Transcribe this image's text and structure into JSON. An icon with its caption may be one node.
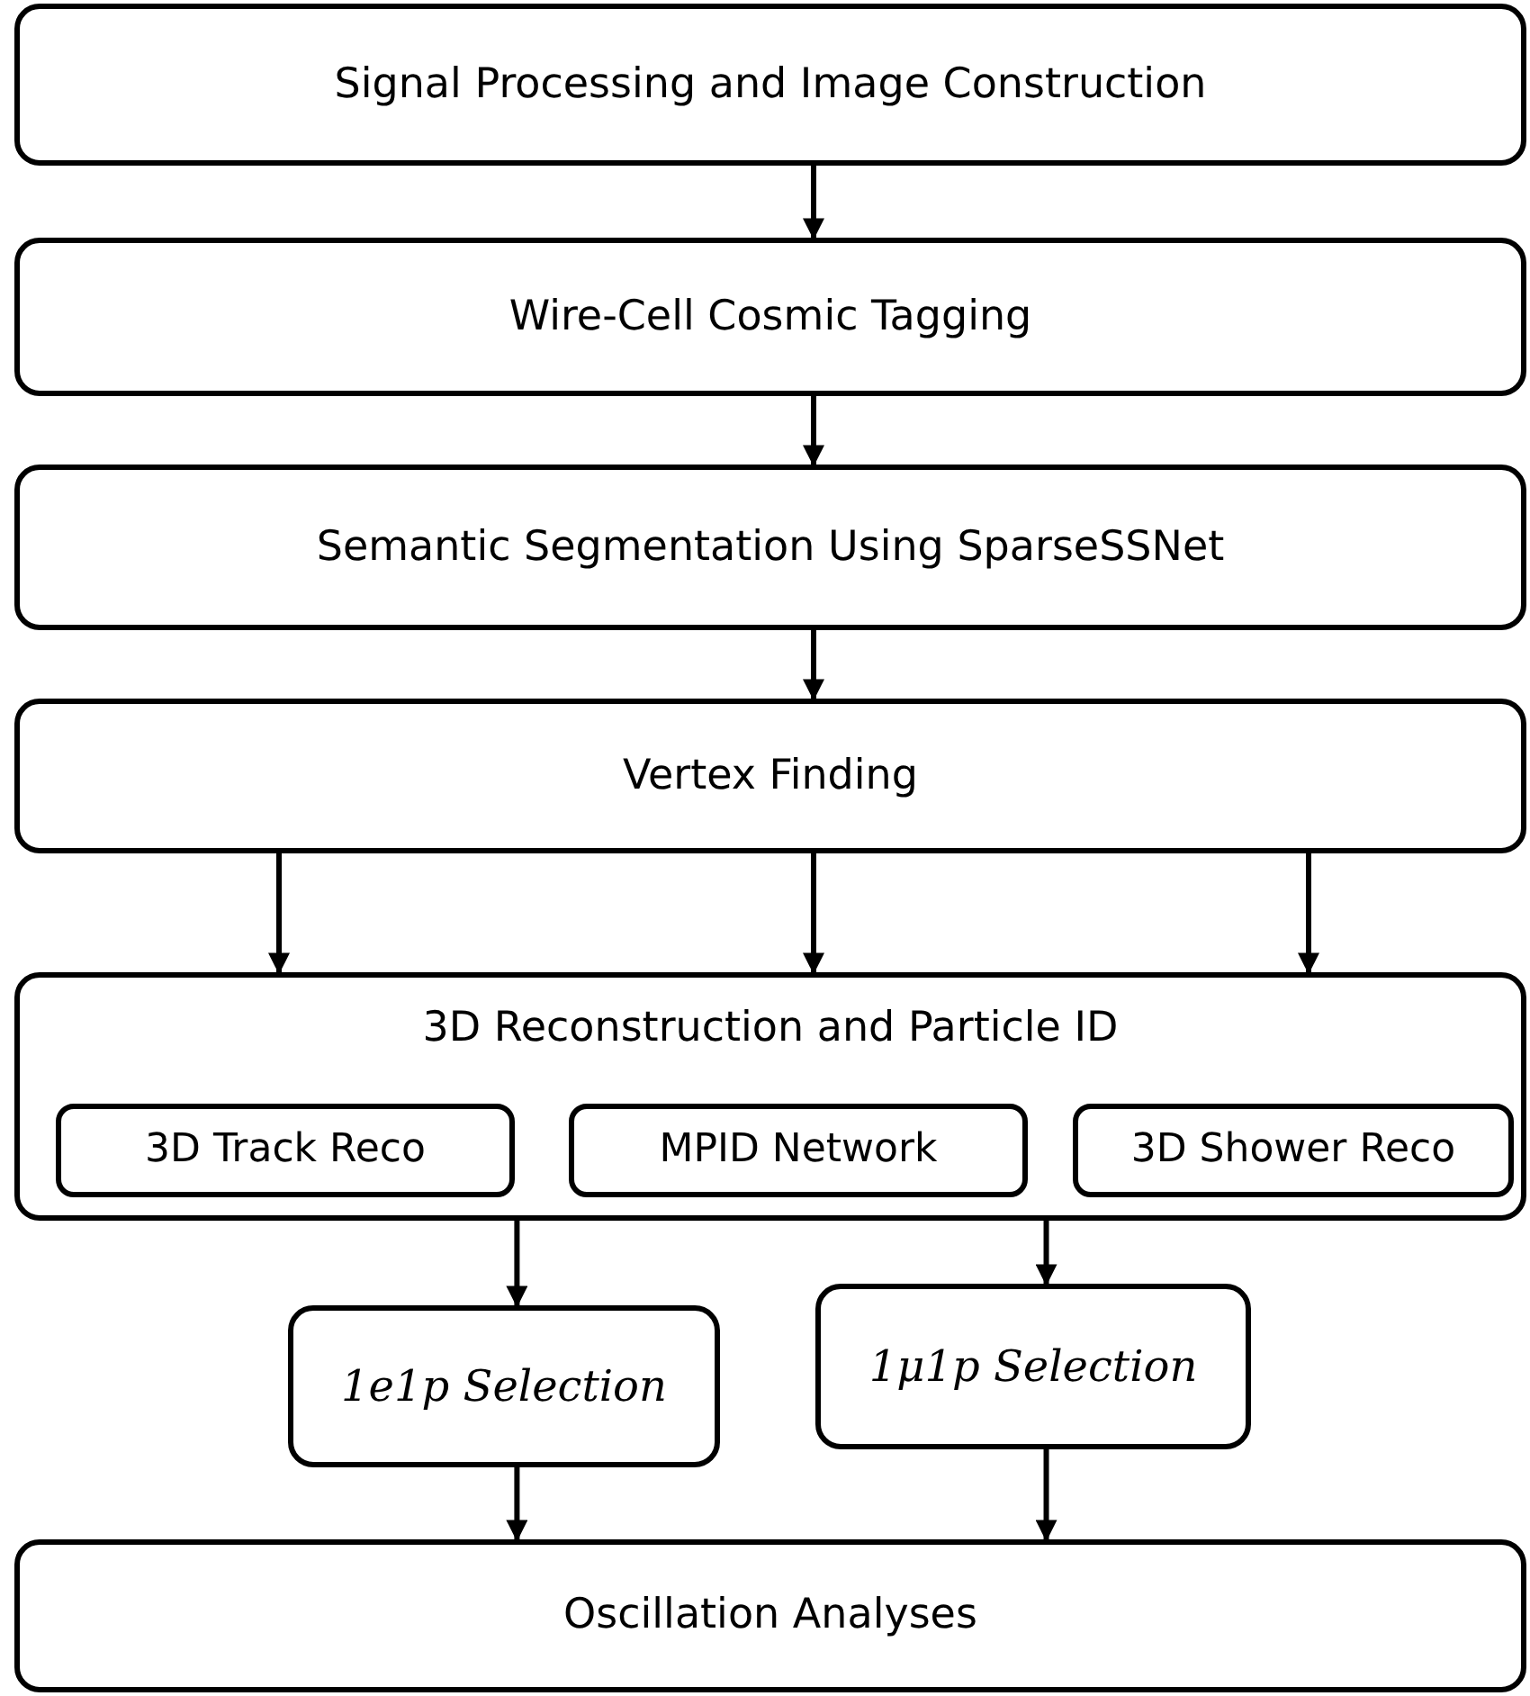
{
  "diagram": {
    "nodes": [
      {
        "text": [
          "Signal Processing and Image Construction"
        ]
      },
      {
        "text": [
          "Wire-Cell Cosmic Tagging"
        ]
      },
      {
        "text": [
          "Semantic Segmentation Using SparseSSNet"
        ]
      },
      {
        "text": [
          "Vertex Finding"
        ]
      },
      {
        "text": [
          "3D Reconstruction and Particle ID"
        ]
      },
      {
        "text": [
          "3D Track Reco"
        ],
        "in": 4
      },
      {
        "text": [
          "MPID Network"
        ],
        "in": 4
      },
      {
        "text": [
          "3D Shower Reco"
        ],
        "in": 4
      },
      {
        "text": [
          "1e1p Selection"
        ]
      },
      {
        "text": [
          "1μ1p Selection"
        ]
      },
      {
        "text": [
          "Oscillation Analyses"
        ]
      }
    ],
    "edges": [
      {
        "from": 0,
        "to": 1,
        "arrow": "to"
      },
      {
        "from": 1,
        "to": 2,
        "arrow": "to"
      },
      {
        "from": 2,
        "to": 3,
        "arrow": "to"
      },
      {
        "from": 3,
        "to": 4,
        "arrow": "to"
      },
      {
        "from": 3,
        "to": 4,
        "arrow": "to"
      },
      {
        "from": 3,
        "to": 4,
        "arrow": "to"
      },
      {
        "from": 4,
        "to": 8,
        "arrow": "to"
      },
      {
        "from": 4,
        "to": 9,
        "arrow": "to"
      },
      {
        "from": 8,
        "to": 10,
        "arrow": "to"
      },
      {
        "from": 9,
        "to": 10,
        "arrow": "to"
      }
    ]
  }
}
